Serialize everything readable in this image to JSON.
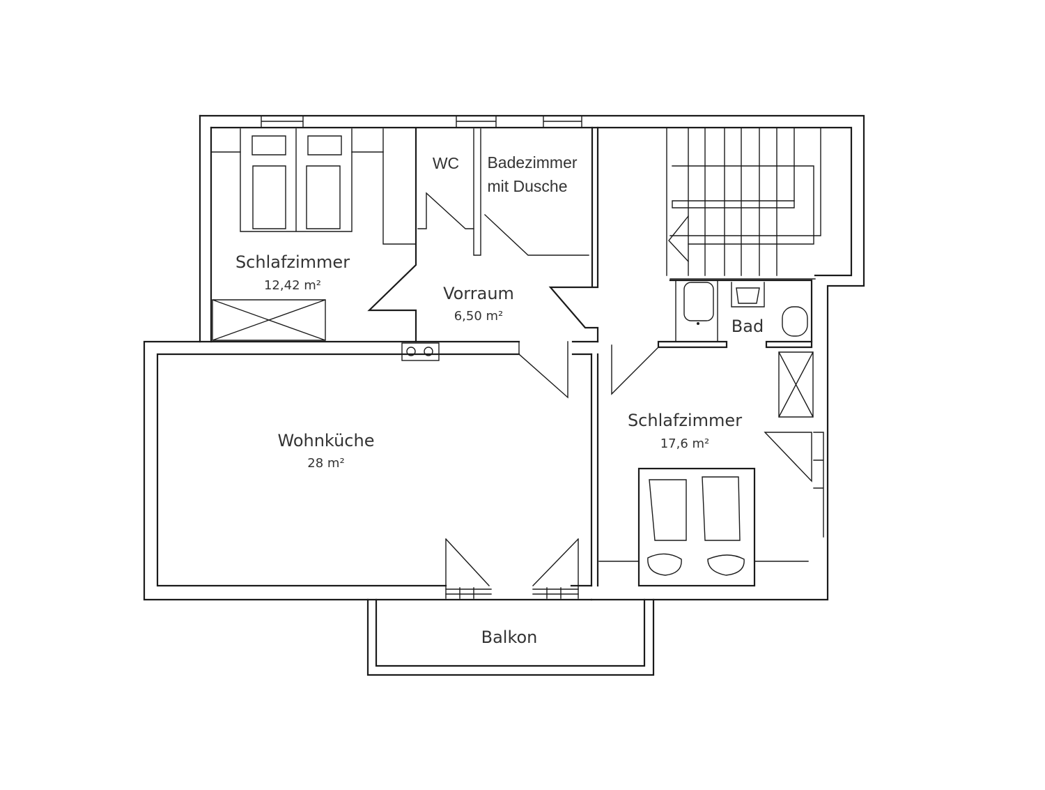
{
  "rooms": {
    "bedroom_left": {
      "name": "Schlafzimmer",
      "area": "12,42 m²"
    },
    "wc": {
      "name": "WC"
    },
    "bathroom_shower": {
      "line1": "Badezimmer",
      "line2": "mit Dusche"
    },
    "hallway": {
      "name": "Vorraum",
      "area": "6,50 m²"
    },
    "bath": {
      "name": "Bad"
    },
    "kitchen_living": {
      "name": "Wohnküche",
      "area": "28 m²"
    },
    "bedroom_right": {
      "name": "Schlafzimmer",
      "area": "17,6 m²"
    },
    "balcony": {
      "name": "Balkon"
    }
  }
}
